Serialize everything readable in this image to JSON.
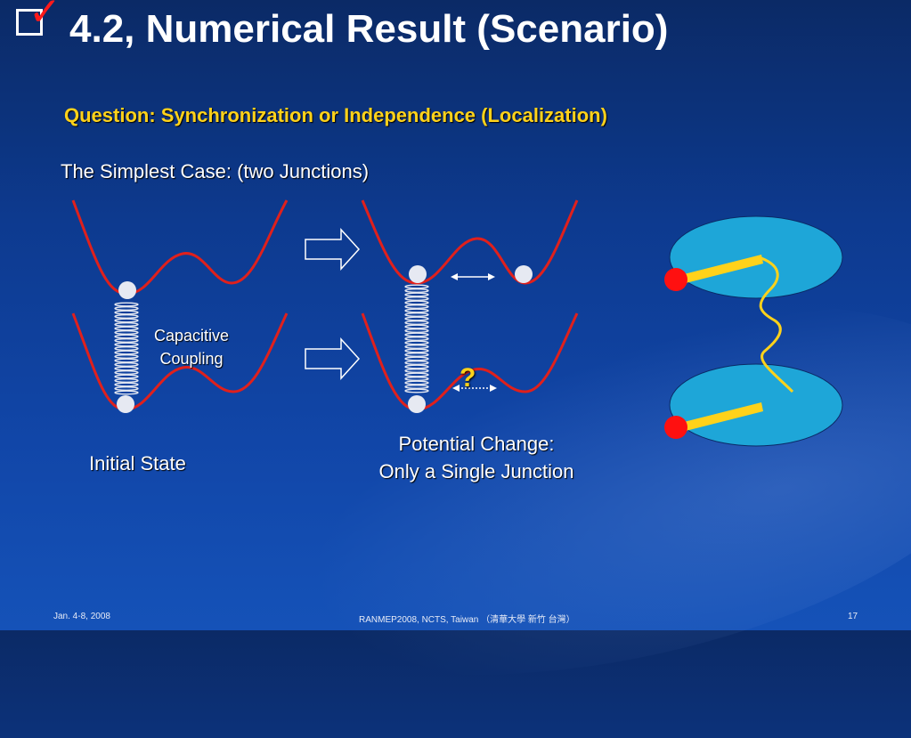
{
  "slide": {
    "title": "4.2, Numerical Result (Scenario)",
    "question": "Question: Synchronization or Independence (Localization)",
    "subheading": "The Simplest Case: (two Junctions)"
  },
  "diagram": {
    "capacitive_label_line1": "Capacitive",
    "capacitive_label_line2": "Coupling",
    "initial_state_label": "Initial State",
    "potential_change_line1": "Potential Change:",
    "potential_change_line2": "Only a Single Junction",
    "question_mark": "?"
  },
  "footer": {
    "date": "Jan. 4-8, 2008",
    "conference": "RANMEP2008, NCTS, Taiwan （清華大學 新竹 台灣）",
    "page_number": "17"
  },
  "colors": {
    "well_curve": "#e0201c",
    "ball": "#e6e9f2",
    "disk_fill": "#1ea6d8",
    "rod": "#ffd21a",
    "red_dot": "#ff1010",
    "question_yellow": "#ffd21a"
  }
}
